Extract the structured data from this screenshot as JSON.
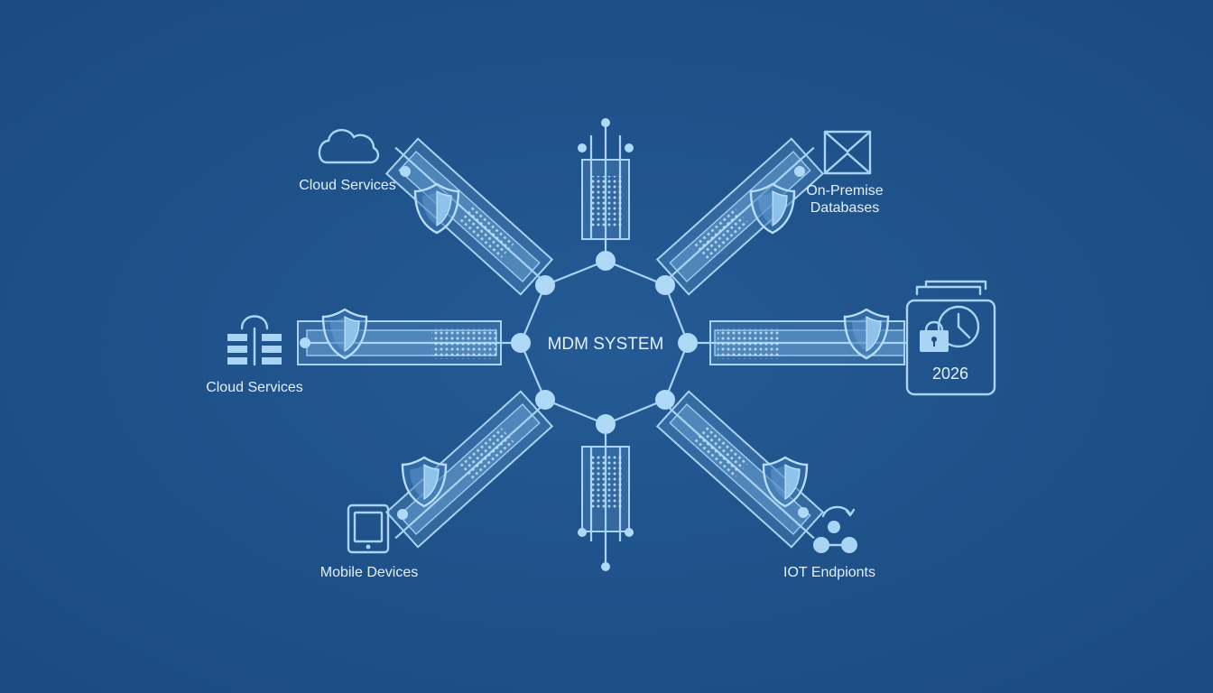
{
  "center": {
    "label": "MDM SYSTEM"
  },
  "sources": {
    "top_left": {
      "label": "Cloud Services",
      "icon": "cloud-icon"
    },
    "mid_left": {
      "label": "Cloud Services",
      "icon": "server-stack-icon"
    },
    "bottom_left": {
      "label": "Mobile Devices",
      "icon": "tablet-icon"
    },
    "top_right": {
      "label_line1": "On-Premise",
      "label_line2": "Databases",
      "icon": "envelope-icon"
    },
    "mid_right": {
      "year": "2026",
      "icon": "lock-clock-icon"
    },
    "bottom_right": {
      "label": "IOT Endpionts",
      "icon": "iot-nodes-icon"
    }
  },
  "colors": {
    "background": "#1f5189",
    "line": "#a9d4f4",
    "node": "#aedaf8",
    "text": "#e3f0ff"
  }
}
